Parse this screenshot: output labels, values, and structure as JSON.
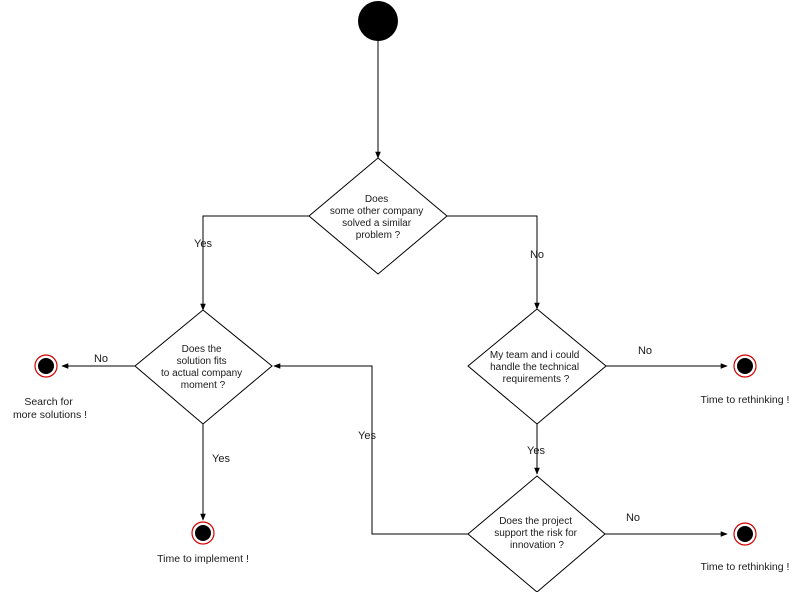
{
  "decisions": {
    "q1": [
      "Does",
      "some other company",
      "solved a similar",
      "problem ?"
    ],
    "q2": [
      "Does the",
      "solution fits",
      "to actual company",
      "moment ?"
    ],
    "q3": [
      "My team and i could",
      "handle the technical",
      "requirements ?"
    ],
    "q4": [
      "Does the project",
      "support the risk for",
      "innovation ?"
    ]
  },
  "edge_labels": {
    "q1_yes": "Yes",
    "q1_no": "No",
    "q2_no": "No",
    "q2_yes": "Yes",
    "q3_no": "No",
    "q3_yes": "Yes",
    "q4_yes": "Yes",
    "q4_no": "No"
  },
  "end_labels": {
    "search": [
      "Search for",
      "more solutions !"
    ],
    "implement": "Time to implement !",
    "rethink_1": "Time to rethinking !",
    "rethink_2": "Time to rethinking !"
  }
}
